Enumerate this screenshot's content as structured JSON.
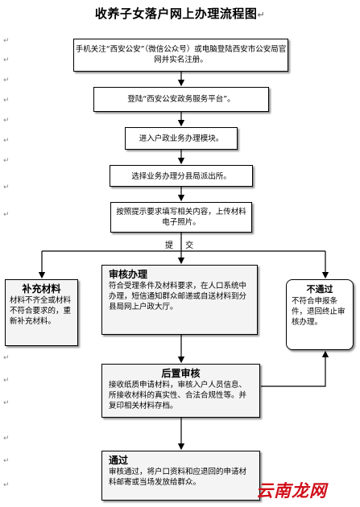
{
  "title": "收养子女落户网上办理流程图",
  "paragraph_mark": "↵",
  "steps": [
    {
      "text": "手机关注“西安公安”（微信公众号）或电脑登陆西安市公安局官网并实名注册。"
    },
    {
      "text": "登陆“西安公安政务服务平台”。"
    },
    {
      "text": "进入户政业务办理模块。"
    },
    {
      "text": "选择业务办理分县局派出所。"
    },
    {
      "text": "按照提示要求填写相关内容，上传材料电子照片。"
    }
  ],
  "submit_label": "提 交",
  "review": {
    "title": "审核办理",
    "text": "符合受理条件及材料要求，在人口系统中办理，短信通知群众邮递或自送材料到分县局网上户政大厅。"
  },
  "supplement": {
    "title": "补充材料",
    "text": "材料不齐全或材料不符合要求的，重新补充材料。"
  },
  "reject": {
    "title": "不通过",
    "text": "不符合申报条件，退回终止审核办理。"
  },
  "post_review": {
    "title": "后置审核",
    "text": "接收纸质申请材料，审核入户人员信息、所接收材料的真实性、合法合规性等。并复印相关材料存档。"
  },
  "pass": {
    "title": "通过",
    "text": "审核通过，将户口资料和应退回的申请材料邮寄或当场发放给群众。"
  },
  "watermark": "云南龙网"
}
